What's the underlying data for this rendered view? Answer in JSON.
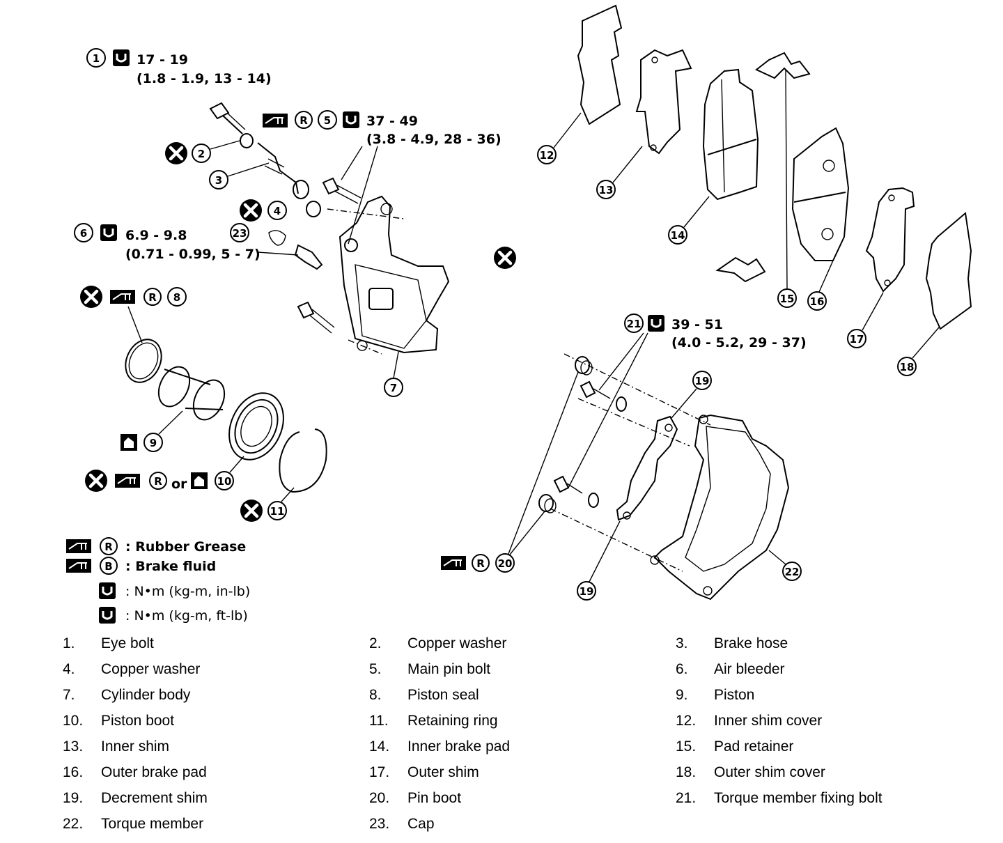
{
  "callouts": {
    "c1": {
      "num": "1",
      "torque": "17 - 19",
      "sub": "(1.8 - 1.9, 13 - 14)"
    },
    "c5": {
      "num": "5",
      "torque": "37 - 49",
      "sub": "(3.8 - 4.9, 28 - 36)"
    },
    "c6": {
      "num": "6",
      "torque": "6.9 - 9.8",
      "sub": "(0.71 - 0.99, 5 - 7)"
    },
    "c21": {
      "num": "21",
      "torque": "39 - 51",
      "sub": "(4.0 - 5.2, 29 - 37)"
    },
    "numbers": [
      "2",
      "3",
      "4",
      "7",
      "8",
      "9",
      "10",
      "11",
      "12",
      "13",
      "14",
      "15",
      "16",
      "17",
      "18",
      "19",
      "19",
      "20",
      "22",
      "23"
    ],
    "grease_letter": "R",
    "or_text": "or"
  },
  "legend": {
    "rubber_grease": ": Rubber Grease",
    "rubber_grease_letter": "R",
    "brake_fluid": ": Brake fluid",
    "brake_fluid_letter": "B",
    "torque_in_lb": ":  N•m  (kg-m,  in-lb)",
    "torque_ft_lb": ":  N•m  (kg-m,  ft-lb)"
  },
  "parts": [
    {
      "n": "1.",
      "label": "Eye bolt"
    },
    {
      "n": "2.",
      "label": "Copper washer"
    },
    {
      "n": "3.",
      "label": "Brake hose"
    },
    {
      "n": "4.",
      "label": "Copper washer"
    },
    {
      "n": "5.",
      "label": "Main pin bolt"
    },
    {
      "n": "6.",
      "label": "Air bleeder"
    },
    {
      "n": "7.",
      "label": "Cylinder body"
    },
    {
      "n": "8.",
      "label": "Piston seal"
    },
    {
      "n": "9.",
      "label": "Piston"
    },
    {
      "n": "10.",
      "label": "Piston boot"
    },
    {
      "n": "11.",
      "label": "Retaining ring"
    },
    {
      "n": "12.",
      "label": "Inner shim cover"
    },
    {
      "n": "13.",
      "label": "Inner shim"
    },
    {
      "n": "14.",
      "label": "Inner brake pad"
    },
    {
      "n": "15.",
      "label": "Pad retainer"
    },
    {
      "n": "16.",
      "label": "Outer brake pad"
    },
    {
      "n": "17.",
      "label": "Outer shim"
    },
    {
      "n": "18.",
      "label": "Outer shim cover"
    },
    {
      "n": "19.",
      "label": "Decrement shim"
    },
    {
      "n": "20.",
      "label": "Pin boot"
    },
    {
      "n": "21.",
      "label": "Torque member fixing bolt"
    },
    {
      "n": "22.",
      "label": "Torque member"
    },
    {
      "n": "23.",
      "label": "Cap"
    }
  ]
}
